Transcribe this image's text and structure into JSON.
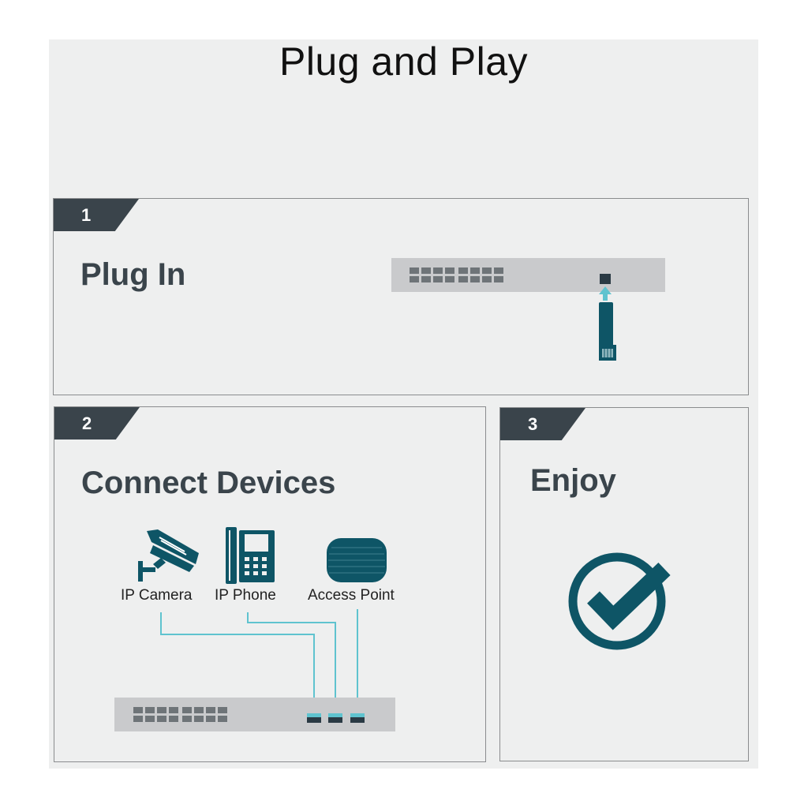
{
  "title": "Plug and Play",
  "steps": [
    {
      "number": "1",
      "label": "Plug In"
    },
    {
      "number": "2",
      "label": "Connect Devices"
    },
    {
      "number": "3",
      "label": "Enjoy"
    }
  ],
  "devices": [
    {
      "label": "IP Camera"
    },
    {
      "label": "IP Phone"
    },
    {
      "label": "Access Point"
    }
  ],
  "colors": {
    "dark": "#3a444b",
    "teal": "#0e5566",
    "accent": "#5fc3cf",
    "switch": "#c9cacc",
    "background": "#eeefef"
  }
}
